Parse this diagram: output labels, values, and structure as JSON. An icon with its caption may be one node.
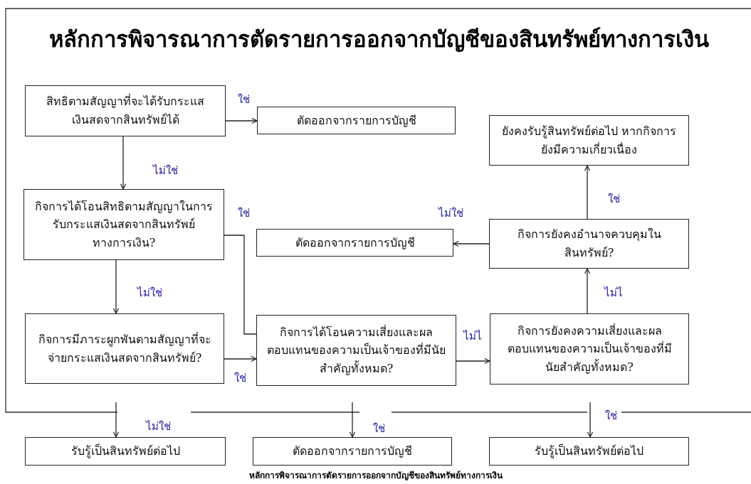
{
  "diagram": {
    "title": "หลักการพิจารณาการตัดรายการออกจากบัญชีของสินทรัพย์ทางการเงิน",
    "caption": "หลักการพิจารณาการตัดรายการออกจากบัญชีของสินทรัพย์ทางการเงิน",
    "nodes": [
      {
        "text": [
          "สิทธิตามสัญญาที่จะได้รับกระแสเงินสดจากสินทรัพย์ได้"
        ]
      },
      {
        "text": [
          "ตัดออกจากรายการบัญชี"
        ]
      },
      {
        "text": [
          "ยังคงรับรู้สินทรัพย์ต่อไป หากกิจการยังมีความเกี่ยวเนื่อง"
        ]
      },
      {
        "text": [
          "กิจการได้โอนสิทธิตามสัญญาในการรับกระแสเงินสดจากสินทรัพย์ทางการเงิน?"
        ]
      },
      {
        "text": [
          "ตัดออกจากรายการบัญชี"
        ]
      },
      {
        "text": [
          "กิจการยังคงอำนาจควบคุมในสินทรัพย์?"
        ]
      },
      {
        "text": [
          "กิจการมีภาระผูกพันตามสัญญาที่จะจ่ายกระแสเงินสดจากสินทรัพย์?"
        ]
      },
      {
        "text": [
          "กิจการได้โอนความเสี่ยงและผลตอบแทนของความเป็นเจ้าของที่มีนัยสำคัญทั้งหมด?"
        ]
      },
      {
        "text": [
          "กิจการยังคงความเสี่ยงและผลตอบแทนของความเป็นเจ้าของที่มีนัยสำคัญทั้งหมด?"
        ]
      },
      {
        "text": [
          "รับรู้เป็นสินทรัพย์ต่อไป"
        ]
      },
      {
        "text": [
          "ตัดออกจากรายการบัญชี"
        ]
      },
      {
        "text": [
          "รับรู้เป็นสินทรัพย์ต่อไป"
        ]
      }
    ],
    "edges": [
      {
        "from": 0,
        "to": 1,
        "arrow": "to",
        "label": "ใช่"
      },
      {
        "from": 0,
        "to": 3,
        "arrow": "to",
        "label": "ไม่ใช่"
      },
      {
        "from": 3,
        "to": 7,
        "arrow": "none",
        "label": "ใช่"
      },
      {
        "from": 3,
        "to": 6,
        "arrow": "to",
        "label": "ไม่ใช่"
      },
      {
        "from": 6,
        "to": 7,
        "arrow": "to",
        "label": "ใช่"
      },
      {
        "from": 7,
        "to": 8,
        "arrow": "to",
        "label": "ไม่ไ"
      },
      {
        "from": 8,
        "to": 5,
        "arrow": "to",
        "label": "ไม่ไ"
      },
      {
        "from": 5,
        "to": 4,
        "arrow": "to",
        "label": "ไม่ใช่"
      },
      {
        "from": 5,
        "to": 2,
        "arrow": "to",
        "label": "ใช่"
      },
      {
        "from": null,
        "to": 9,
        "arrow": "to",
        "label": "ไม่ใช่"
      },
      {
        "from": null,
        "to": 10,
        "arrow": "to",
        "label": "ใช่"
      },
      {
        "from": null,
        "to": 11,
        "arrow": "to",
        "label": "ใช่"
      }
    ]
  }
}
